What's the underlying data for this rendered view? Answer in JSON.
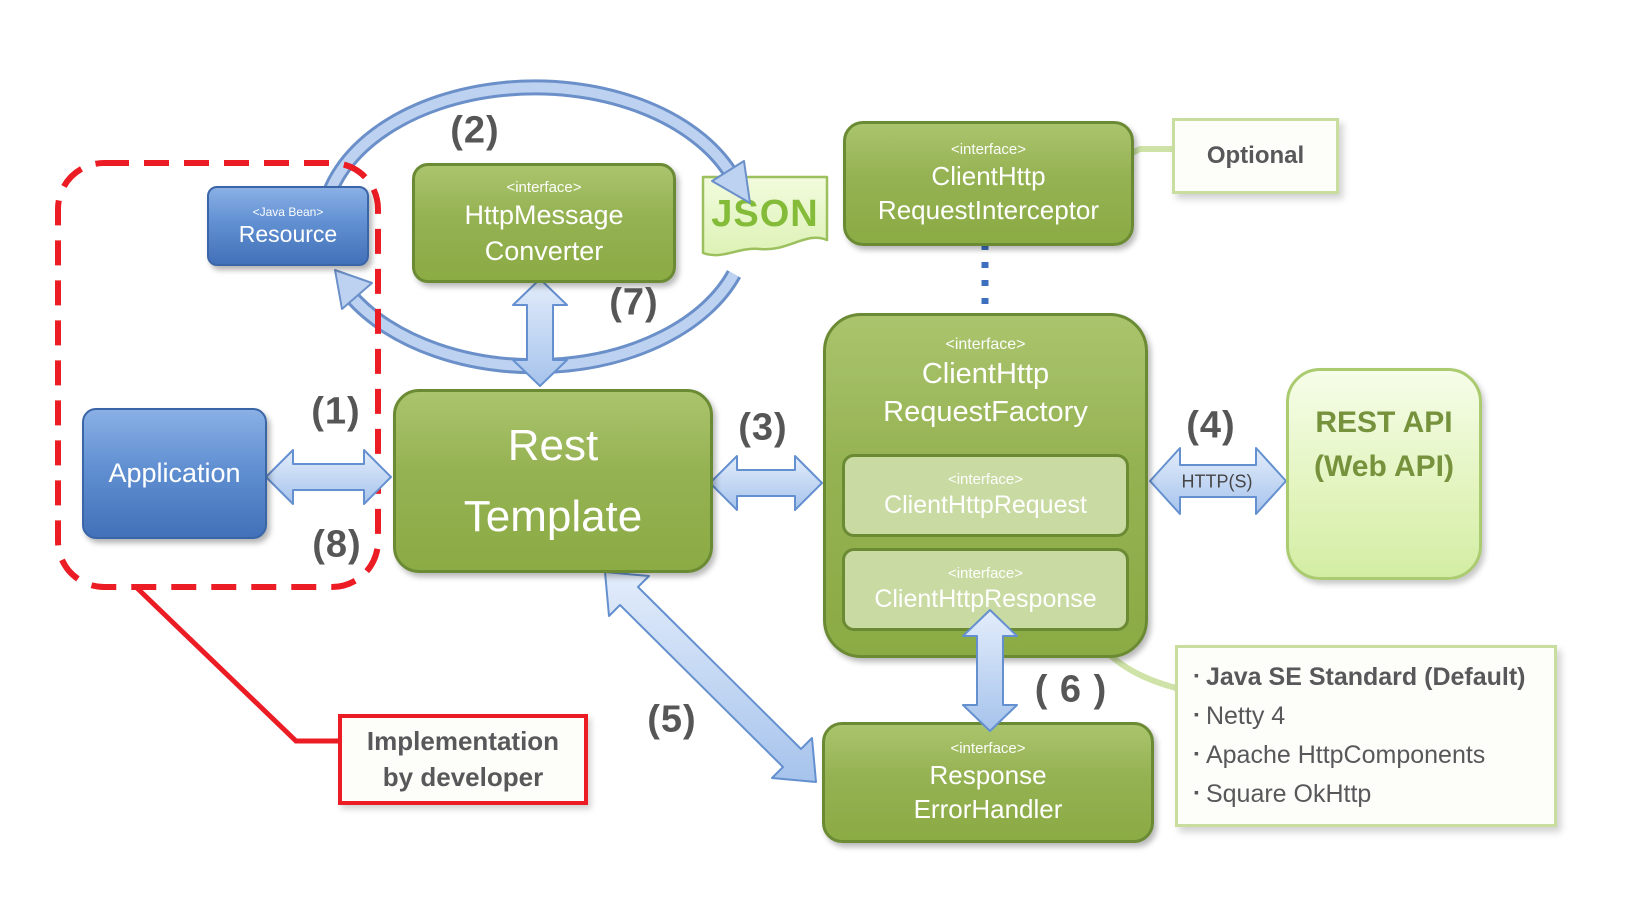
{
  "boxes": {
    "resource": {
      "stereotype": "<Java Bean>",
      "label": "Resource"
    },
    "application": {
      "label": "Application"
    },
    "rest_template": {
      "line1": "Rest",
      "line2": "Template"
    },
    "http_message_converter": {
      "stereotype": "<interface>",
      "line1": "HttpMessage",
      "line2": "Converter"
    },
    "client_http_request_interceptor": {
      "stereotype": "<interface>",
      "line1": "ClientHttp",
      "line2": "RequestInterceptor"
    },
    "client_http_request_factory": {
      "stereotype": "<interface>",
      "line1": "ClientHttp",
      "line2": "RequestFactory"
    },
    "client_http_request": {
      "stereotype": "<interface>",
      "label": "ClientHttpRequest"
    },
    "client_http_response": {
      "stereotype": "<interface>",
      "label": "ClientHttpResponse"
    },
    "response_error_handler": {
      "stereotype": "<interface>",
      "line1": "Response",
      "line2": "ErrorHandler"
    },
    "rest_api": {
      "line1": "REST API",
      "line2": "(Web API)"
    },
    "json_document": {
      "label": "JSON"
    }
  },
  "callouts": {
    "optional": {
      "label": "Optional"
    },
    "implementation_by_developer": {
      "line1": "Implementation",
      "line2": "by developer"
    },
    "request_factory_implementations": {
      "bullet": "▪",
      "items": [
        "Java SE Standard (Default)",
        "Netty 4",
        "Apache HttpComponents",
        "Square OkHttp"
      ]
    }
  },
  "steps": {
    "1": "(1)",
    "2": "(2)",
    "3": "(3)",
    "4": "(4)",
    "5": "(5)",
    "6": "( 6 )",
    "7": "(7)",
    "8": "(8)"
  },
  "labels": {
    "https": "HTTP(S)"
  },
  "colors": {
    "box_green": "#95b252",
    "box_green_border": "#6b8a34",
    "box_inner_green": "#c9daa3",
    "box_blue": "#4271b9",
    "box_blue_border": "#3a65a6",
    "rest_api_fill": "#e2f4bd",
    "rest_api_text": "#76923c",
    "json_text_green": "#84bc3a",
    "arrow_fill": "#bdd2f1",
    "arrow_border": "#6b90c9",
    "red": "#ec1c24",
    "annotation_text": "#58585a",
    "callout_border_green": "#c9dd9f"
  }
}
